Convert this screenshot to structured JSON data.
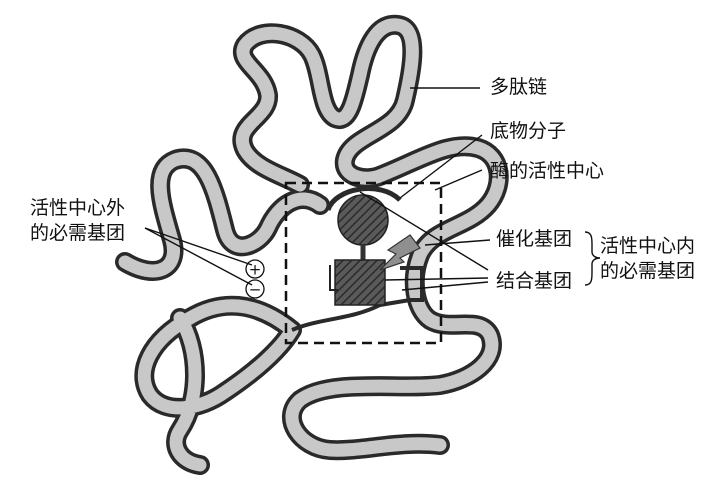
{
  "labels": {
    "polypeptide": "多肽链",
    "substrate": "底物分子",
    "active_center": "酶的活性中心",
    "outside_group": [
      "活性中心外",
      "的必需基团"
    ],
    "catalytic_group": "催化基团",
    "binding_group": "结合基团",
    "inside_group": [
      "活性中心内",
      "的必需基团"
    ]
  },
  "symbols": {
    "plus": "+",
    "minus": "−"
  },
  "colors": {
    "chain_fill": "#c8c8c8",
    "chain_edge": "#2a2a2a",
    "substrate": "#4a4a4a",
    "box": "#111111"
  }
}
